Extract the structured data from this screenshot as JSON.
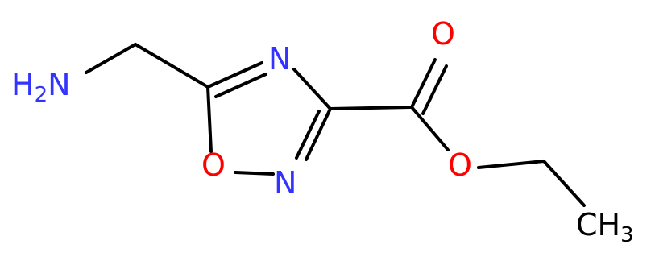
{
  "colors": {
    "bond": "#000000",
    "nitrogen": "#3333ff",
    "oxygen": "#ff0000",
    "carbon": "#000000",
    "background": "#ffffff"
  },
  "labels": {
    "amine": {
      "main": "H",
      "sub": "2",
      "tail": "N"
    },
    "ring_n_top": "N",
    "ring_n_bottom": "N",
    "ring_o": "O",
    "carbonyl_o": "O",
    "ester_o": "O",
    "methyl": {
      "main": "CH",
      "sub": "3"
    }
  }
}
